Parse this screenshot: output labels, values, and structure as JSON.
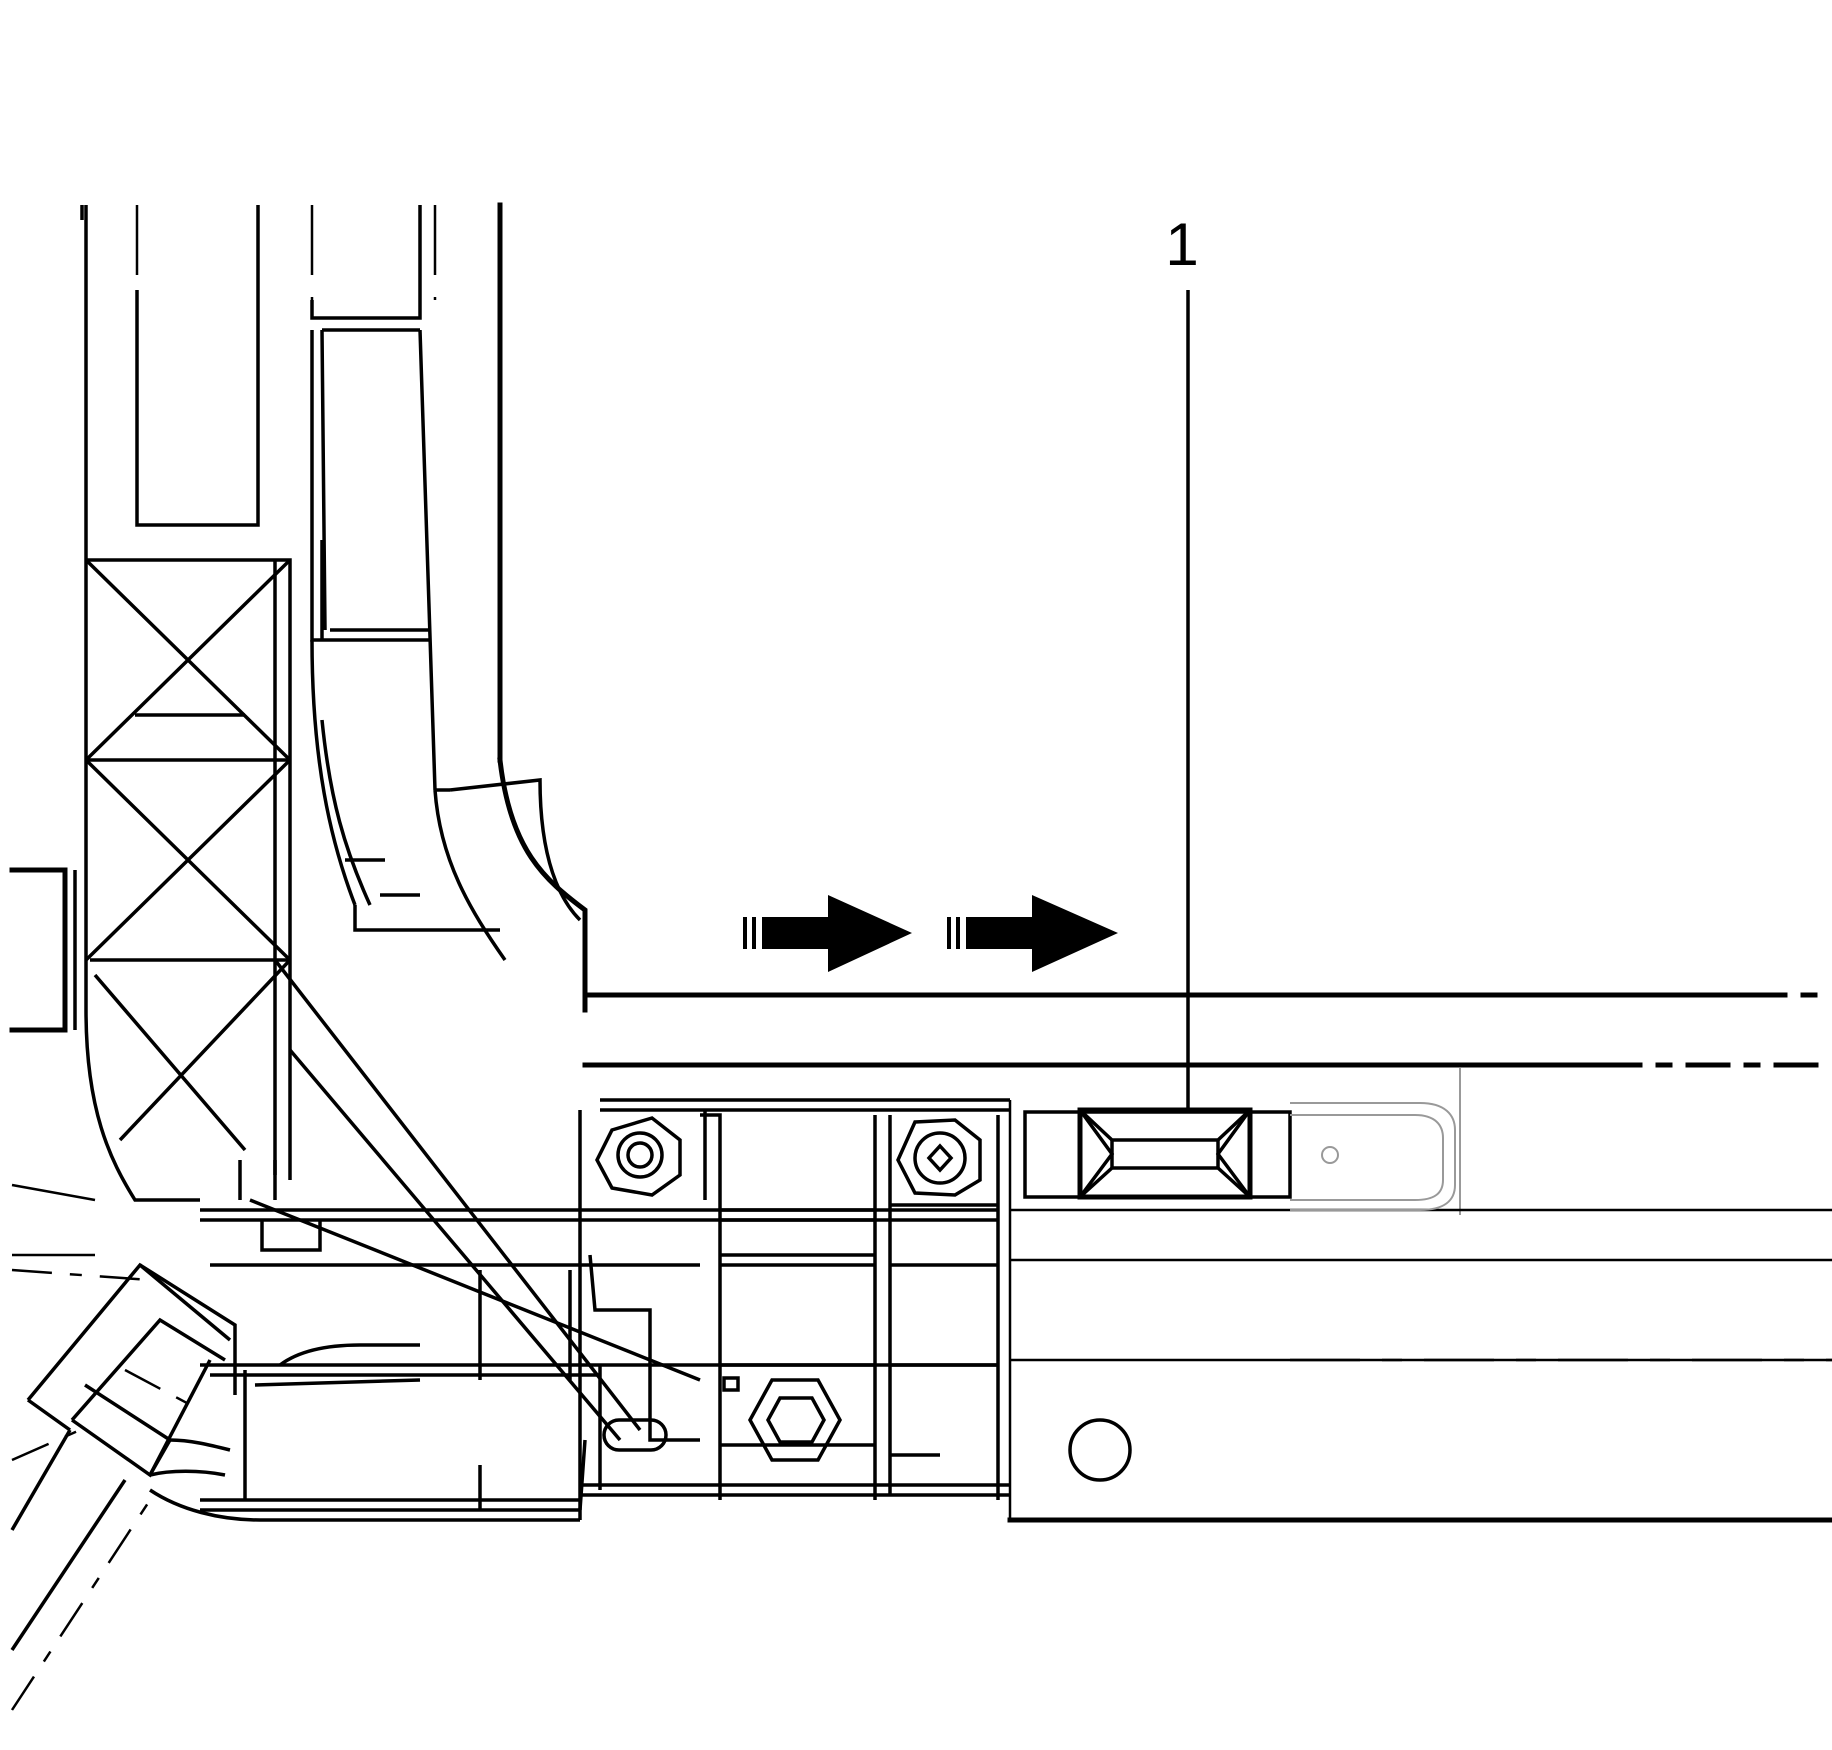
{
  "diagram": {
    "callouts": [
      {
        "id": "1",
        "label": "1",
        "target": "slider-block"
      }
    ],
    "arrows": [
      {
        "name": "direction-arrow-1",
        "direction": "right"
      },
      {
        "name": "direction-arrow-2",
        "direction": "right"
      }
    ],
    "colors": {
      "line": "#000000",
      "background": "#ffffff",
      "hidden_line": "#999999"
    }
  }
}
